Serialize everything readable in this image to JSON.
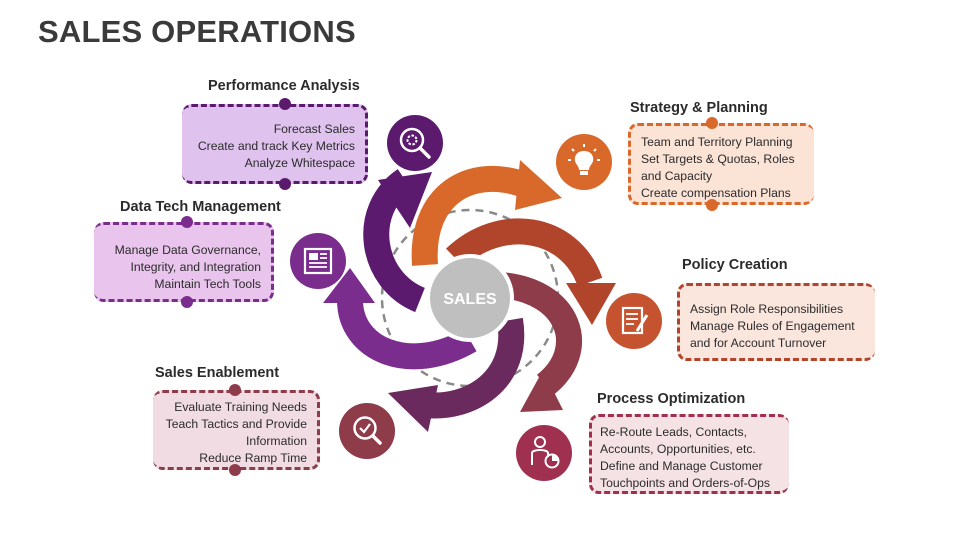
{
  "title": "SALES OPERATIONS",
  "center_label": "SALES",
  "colors": {
    "purple_dark": "#5b1a6e",
    "purple_mid": "#7b2d8e",
    "purple_light": "#d9b8e8",
    "orange": "#d9692a",
    "orange_light": "#fbe3d6",
    "rust": "#b0452c",
    "rust_light": "#f9e1da",
    "maroon": "#8e3b4a",
    "maroon_light": "#f2dde1",
    "plum": "#a0304f",
    "center_gray": "#bfbfbf"
  },
  "sections": {
    "performance": {
      "heading": "Performance Analysis",
      "lines": [
        "Forecast Sales",
        "Create and track Key Metrics",
        "Analyze Whitespace"
      ],
      "icon": "magnifier-gear-icon"
    },
    "datatech": {
      "heading": "Data Tech Management",
      "lines": [
        "Manage Data Governance,",
        "Integrity, and Integration",
        "Maintain Tech Tools"
      ],
      "icon": "newspaper-icon"
    },
    "enablement": {
      "heading": "Sales Enablement",
      "lines": [
        "Evaluate Training Needs",
        "Teach Tactics and Provide",
        "Information",
        "Reduce Ramp Time"
      ],
      "icon": "magnifier-check-icon"
    },
    "strategy": {
      "heading": "Strategy & Planning",
      "lines": [
        "Team and Territory Planning",
        "Set Targets & Quotas, Roles",
        "and Capacity",
        "Create compensation Plans"
      ],
      "icon": "brain-lightbulb-icon"
    },
    "policy": {
      "heading": "Policy Creation",
      "lines": [
        "Assign Role Responsibilities",
        "Manage Rules of Engagement",
        "and for Account Turnover"
      ],
      "icon": "document-pen-icon"
    },
    "process": {
      "heading": "Process Optimization",
      "lines": [
        "Re-Route Leads, Contacts,",
        "Accounts, Opportunities, etc.",
        "Define and Manage Customer",
        "Touchpoints and Orders-of-Ops"
      ],
      "icon": "person-chart-icon"
    }
  }
}
